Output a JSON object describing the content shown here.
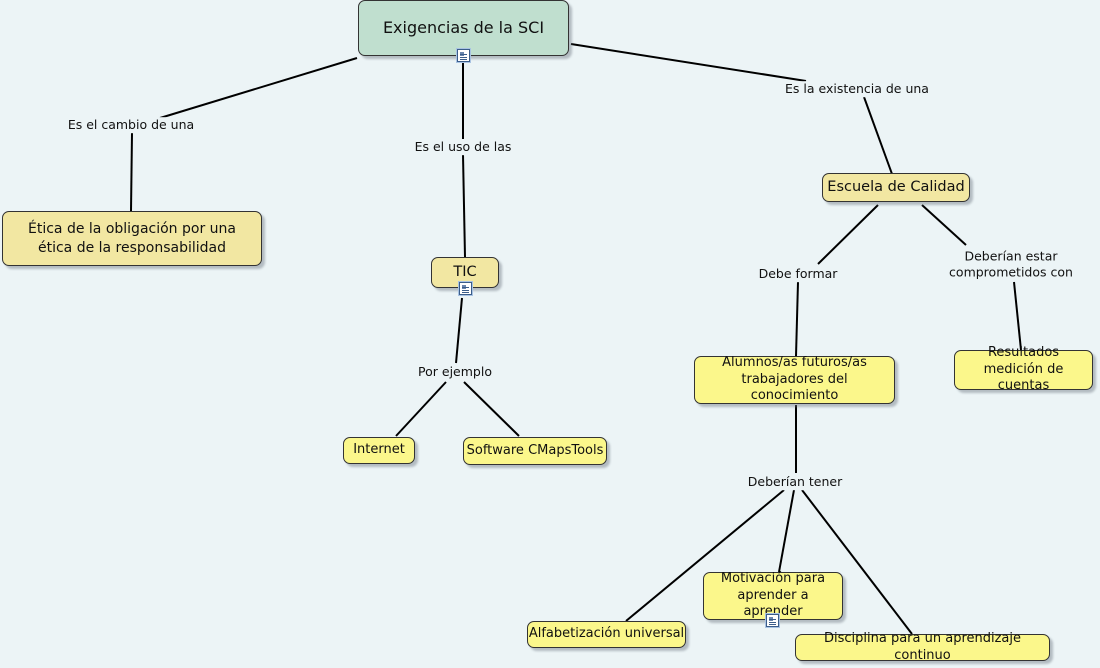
{
  "concept_map": {
    "root": "Exigencias de la SCI",
    "nodes": {
      "etica": "Ética de la obligación por una ética de la responsabilidad",
      "tic": "TIC",
      "escuela": "Escuela de Calidad",
      "internet": "Internet",
      "cmaps": "Software CMapsTools",
      "alumnos": "Alumnos/as futuros/as trabajadores del conocimiento",
      "resultados": "Resultados medición de cuentas",
      "motivacion": "Motivación para aprender a aprender",
      "alfabetizacion": "Alfabetización universal",
      "disciplina": "Disciplina para un aprendizaje continuo"
    },
    "links": {
      "cambio": "Es el cambio de una",
      "uso": "Es el uso de las",
      "existencia": "Es la existencia de una",
      "ejemplo": "Por ejemplo",
      "formar": "Debe formar",
      "comprometidos": "Deberían estar comprometidos con",
      "tener": "Deberían tener"
    },
    "icons": {
      "root": "document-resource-icon",
      "tic": "document-resource-icon",
      "motivacion": "document-resource-icon"
    },
    "colors": {
      "background": "#ecf4f6",
      "root_fill": "#c0dfcf",
      "concept_fill": "#f2e7a2",
      "leaf_fill": "#fbf78b"
    }
  }
}
